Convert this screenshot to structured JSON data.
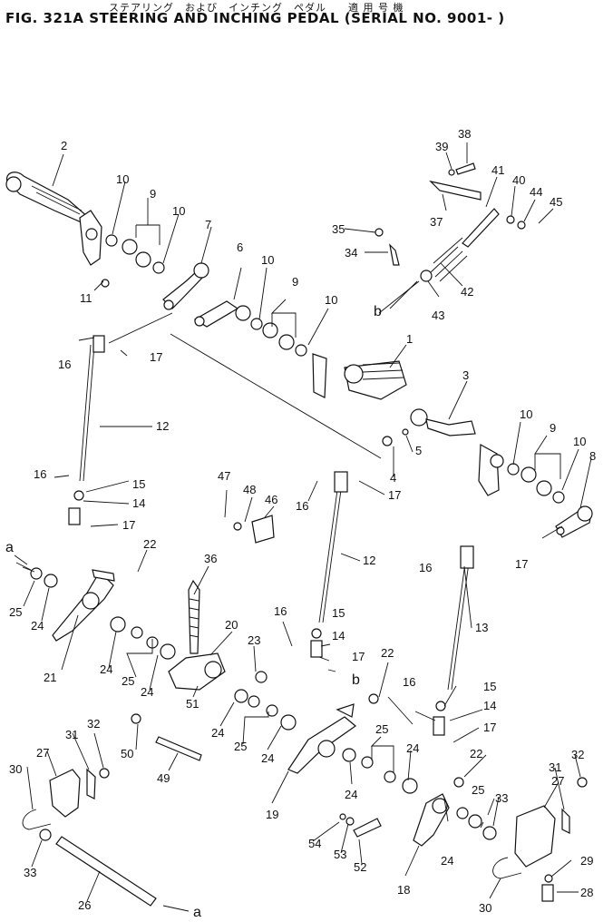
{
  "header": {
    "japanese_title": "ステアリング　および　インチング　ペダル　　適 用 号 機",
    "title": "FIG. 321A   STEERING  AND  INCHING  PEDAL  (SERIAL  NO. 9001- )"
  },
  "callouts": [
    "1",
    "2",
    "3",
    "4",
    "5",
    "6",
    "7",
    "8",
    "9",
    "10",
    "11",
    "12",
    "13",
    "14",
    "15",
    "16",
    "17",
    "18",
    "19",
    "20",
    "21",
    "22",
    "23",
    "24",
    "25",
    "26",
    "27",
    "28",
    "29",
    "30",
    "31",
    "32",
    "33",
    "34",
    "35",
    "36",
    "37",
    "38",
    "39",
    "40",
    "41",
    "42",
    "43",
    "44",
    "45",
    "46",
    "47",
    "48",
    "49",
    "50",
    "51",
    "52",
    "53",
    "54"
  ],
  "references": {
    "a": "a",
    "b": "b"
  }
}
